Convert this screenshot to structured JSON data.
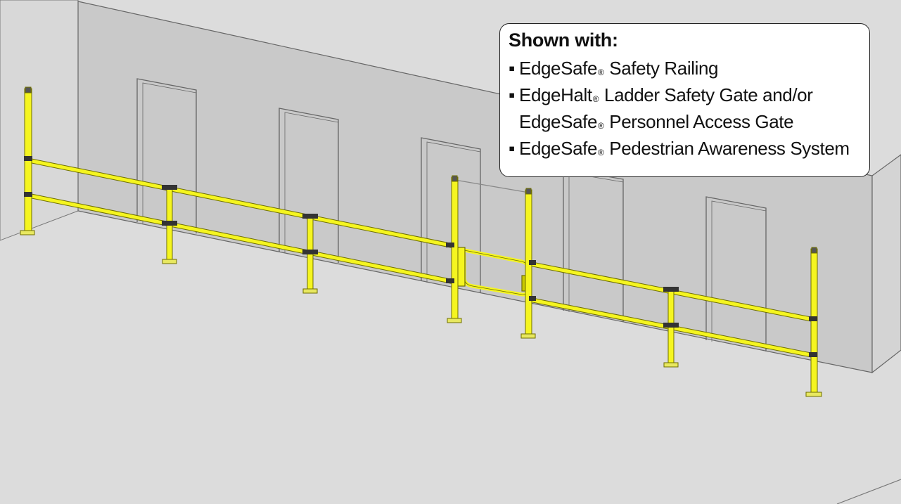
{
  "callout": {
    "title": "Shown with:",
    "items": [
      {
        "bullet": "▪",
        "lines": [
          {
            "brand": "EdgeSafe",
            "mark": "®",
            "text": " Safety Railing"
          }
        ]
      },
      {
        "bullet": "▪",
        "lines": [
          {
            "brand": "EdgeHalt",
            "mark": "®",
            "text": " Ladder Safety Gate and/or"
          },
          {
            "brand": "EdgeSafe",
            "mark": "®",
            "text": " Personnel Access Gate"
          }
        ]
      },
      {
        "bullet": "▪",
        "lines": [
          {
            "brand": "EdgeSafe",
            "mark": "®",
            "text": " Pedestrian Awareness System"
          }
        ]
      }
    ]
  },
  "colors": {
    "wall": "#c8c8c8",
    "wall_right": "#cfcfcf",
    "floor": "#dcdcdc",
    "railing": "#f5f520",
    "railing_outline": "#6e6e00",
    "outline": "#555555"
  }
}
